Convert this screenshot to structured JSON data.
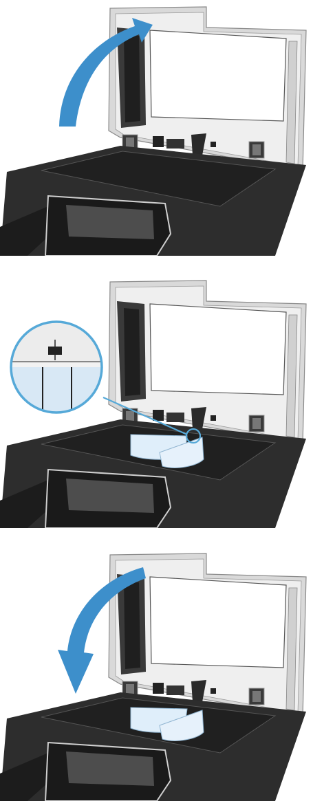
{
  "steps": [
    {
      "id": 1,
      "arrow": "open-lid"
    },
    {
      "id": 2,
      "arrow": "none",
      "callout": "magnified-corner"
    },
    {
      "id": 3,
      "arrow": "close-lid"
    }
  ],
  "colors": {
    "arrow": "#3d8fcb",
    "callout_ring": "#56a9d8",
    "callout_fill": "#d8e8f5",
    "device_dark": "#2b2b2b",
    "lid_gray": "#e8e8e8",
    "glass": "#ffffff",
    "document": "#dfeefa"
  }
}
